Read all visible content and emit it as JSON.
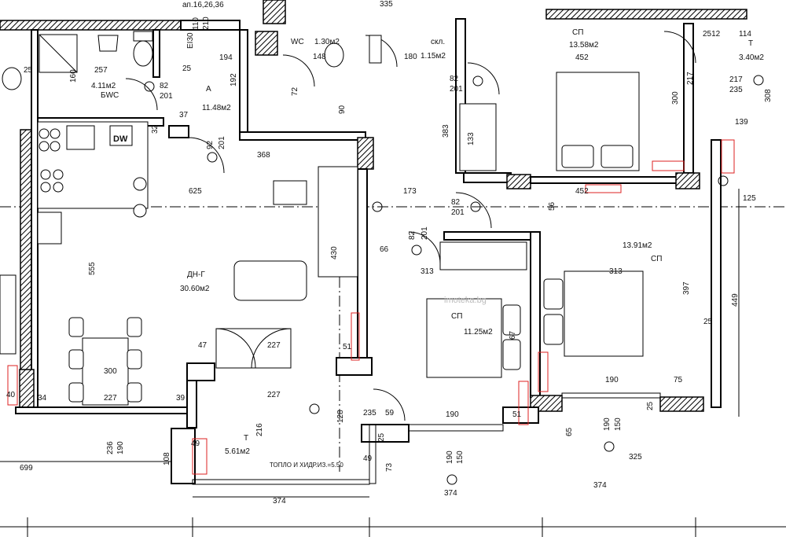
{
  "header": {
    "apartment_ref": "ап.16,26,36"
  },
  "rooms": {
    "wc": {
      "name": "WC",
      "area": "1.30м2"
    },
    "storage": {
      "name": "скл.",
      "area": "1.15м2"
    },
    "bedroom_top": {
      "name": "СП",
      "area": "13.58м2",
      "dim": "452"
    },
    "terrace_right": {
      "name": "Т",
      "area": "3.40м2",
      "dim": "114"
    },
    "bathroom": {
      "area": "4.11м2",
      "name": "БWC"
    },
    "hall": {
      "name": "А",
      "area": "11.48м2"
    },
    "living": {
      "name": "ДН-Г",
      "area": "30.60м2"
    },
    "bedroom_mid": {
      "name": "СП",
      "area": "11.25м2"
    },
    "bedroom_right": {
      "name": "СП",
      "area": "13.91м2"
    },
    "terrace_bottom": {
      "name": "Т",
      "area": "5.61м2"
    }
  },
  "labels": {
    "dishwasher": "DW",
    "insulation_note": "ТОПЛО И ХИДР.ИЗ.=5.50",
    "watermark": "imoteka.bg",
    "door_code": "EI30"
  },
  "dimensions": [
    "335",
    "110",
    "210",
    "194",
    "192",
    "257",
    "160",
    "25",
    "82",
    "201",
    "72",
    "90",
    "148",
    "180",
    "82",
    "201",
    "383",
    "133",
    "300",
    "217",
    "235",
    "308",
    "139",
    "217",
    "2512",
    "125",
    "452",
    "173",
    "82",
    "201",
    "56",
    "368",
    "625",
    "32",
    "92",
    "201",
    "37",
    "555",
    "430",
    "66",
    "313",
    "313",
    "397",
    "449",
    "25",
    "67",
    "47",
    "227",
    "300",
    "227",
    "34",
    "39",
    "40",
    "227",
    "216",
    "236",
    "190",
    "108",
    "49",
    "699",
    "374",
    "51",
    "128",
    "235",
    "25",
    "49",
    "73",
    "190",
    "150",
    "374",
    "190",
    "51",
    "65",
    "190",
    "150",
    "325",
    "190",
    "75",
    "25",
    "82",
    "201",
    "59",
    "25",
    "374"
  ]
}
